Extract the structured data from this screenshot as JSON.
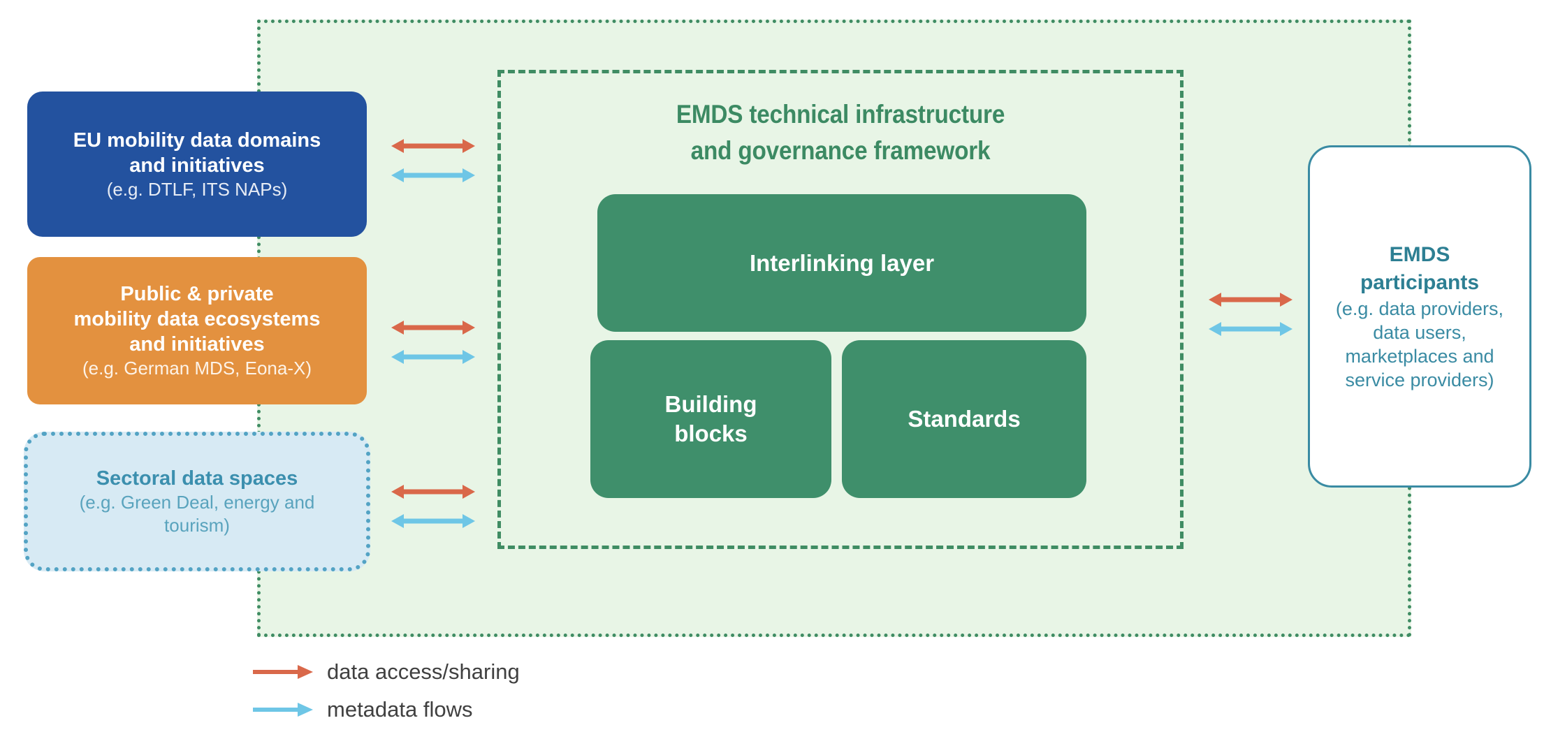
{
  "diagram": {
    "title_hidden": "",
    "outer_container": {
      "name": "EMDS ecosystem container"
    },
    "framework": {
      "title_line1": "EMDS technical infrastructure",
      "title_line2": "and governance framework",
      "boxes": [
        {
          "id": "interlinking",
          "label": "Interlinking  layer"
        },
        {
          "id": "building-blocks",
          "label_line1": "Building",
          "label_line2": "blocks"
        },
        {
          "id": "standards",
          "label": "Standards"
        }
      ]
    },
    "left_boxes": [
      {
        "id": "eu-mobility",
        "title_line1": "EU mobility data domains",
        "title_line2": "and initiatives",
        "subtitle": "(e.g. DTLF, ITS NAPs)",
        "color": "#23529f"
      },
      {
        "id": "public-private",
        "title_line1": "Public & private",
        "title_line2": "mobility data ecosystems",
        "title_line3": "and initiatives",
        "subtitle": "(e.g. German MDS, Eona-X)",
        "color": "#e3913f"
      },
      {
        "id": "sectoral",
        "title_line1": "Sectoral data spaces",
        "subtitle_line1": "(e.g. Green Deal, energy and",
        "subtitle_line2": "tourism)",
        "color": "#d7eaf4"
      }
    ],
    "participants": {
      "title_line1": "EMDS",
      "title_line2": "participants",
      "subtitle_line1": "(e.g. data providers,",
      "subtitle_line2": "data users,",
      "subtitle_line3": "marketplaces and",
      "subtitle_line4": "service providers)"
    },
    "legend": [
      {
        "label": "data access/sharing",
        "color": "#d9684a",
        "icon": "arrow-right-icon"
      },
      {
        "label": "metadata flows",
        "color": "#6ec6e6",
        "icon": "arrow-right-icon"
      }
    ],
    "colors": {
      "green_fill": "#3f8f6b",
      "green_line": "#3f8c63",
      "container_bg": "#e8f5e6",
      "blue": "#23529f",
      "orange": "#e3913f",
      "light_blue": "#d7eaf4",
      "teal": "#3a8ba3",
      "arrow_red": "#d9684a",
      "arrow_blue": "#6ec6e6"
    }
  }
}
